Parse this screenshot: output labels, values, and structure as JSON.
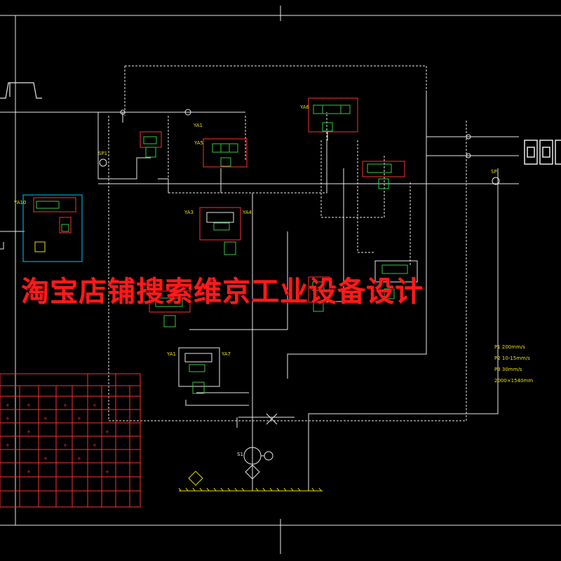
{
  "watermark": "淘宝店铺搜索维京工业设备设计",
  "device_labels": {
    "ya1_top": "YA1",
    "ya5": "YA5",
    "ya10": "YA10",
    "ya3": "YA3",
    "ya4": "YA4",
    "ya7": "YA7",
    "ya1_bottom": "YA1",
    "ya6": "YA6",
    "sp1": "SP1",
    "sp": "SP",
    "s1": "S1"
  },
  "parameter_notes": {
    "p1": "P1  200mm/s",
    "p2": "P2  10-15mm/s",
    "p3": "P3  30mm/s",
    "p4": "2000×1540mm"
  },
  "colors": {
    "background": "#000000",
    "line": "#e8e8e8",
    "symbol": "#2ecc40",
    "box": "#ff3030",
    "label": "#e8e000",
    "table": "#ff3030",
    "watermark": "#ff1a1a"
  }
}
